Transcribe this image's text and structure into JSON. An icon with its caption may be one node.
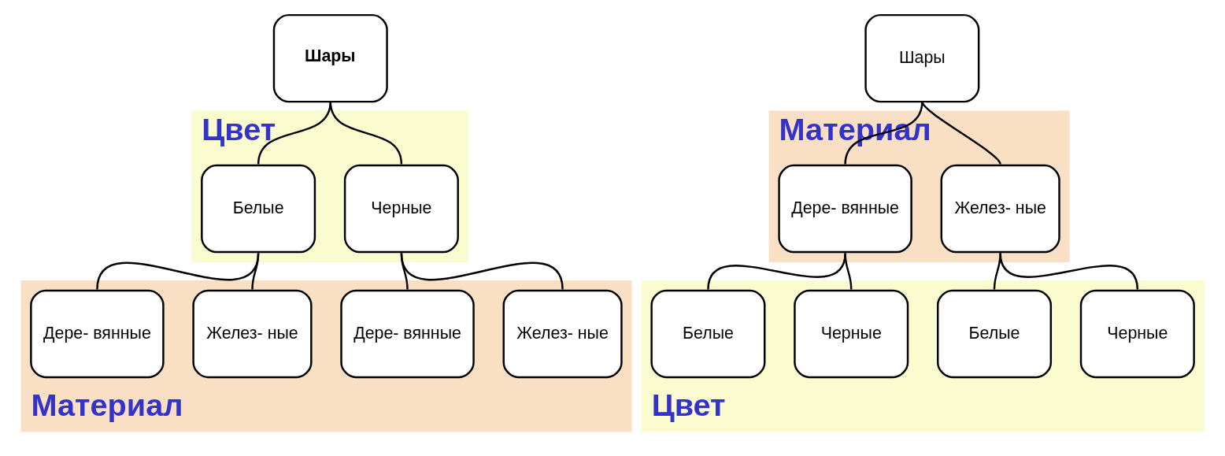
{
  "diagram": {
    "nodes": [
      {
        "text": [
          "Шары"
        ]
      },
      {
        "text": [
          "Цвет"
        ]
      },
      {
        "text": [
          "Белые"
        ],
        "in": 1
      },
      {
        "text": [
          "Черные"
        ],
        "in": 1
      },
      {
        "text": [
          "Материал"
        ]
      },
      {
        "text": [
          "Дере- вянные"
        ],
        "in": 4
      },
      {
        "text": [
          "Желез- ные"
        ],
        "in": 4
      },
      {
        "text": [
          "Дере- вянные"
        ],
        "in": 4
      },
      {
        "text": [
          "Желез- ные"
        ],
        "in": 4
      },
      {
        "text": [
          "Шары"
        ]
      },
      {
        "text": [
          "Материал"
        ]
      },
      {
        "text": [
          "Дере- вянные"
        ],
        "in": 10
      },
      {
        "text": [
          "Желез- ные"
        ],
        "in": 10
      },
      {
        "text": [
          "Цвет"
        ]
      },
      {
        "text": [
          "Белые"
        ],
        "in": 13
      },
      {
        "text": [
          "Черные"
        ],
        "in": 13
      },
      {
        "text": [
          "Белые"
        ],
        "in": 13
      },
      {
        "text": [
          "Черные"
        ],
        "in": 13
      }
    ],
    "edges": [
      {
        "from": 0,
        "to": 2,
        "arrow": "none"
      },
      {
        "from": 0,
        "to": 3,
        "arrow": "none"
      },
      {
        "from": 2,
        "to": 5,
        "arrow": "none"
      },
      {
        "from": 2,
        "to": 6,
        "arrow": "none"
      },
      {
        "from": 3,
        "to": 7,
        "arrow": "none"
      },
      {
        "from": 3,
        "to": 8,
        "arrow": "none"
      },
      {
        "from": 9,
        "to": 11,
        "arrow": "none"
      },
      {
        "from": 9,
        "to": 12,
        "arrow": "none"
      },
      {
        "from": 11,
        "to": 14,
        "arrow": "none"
      },
      {
        "from": 11,
        "to": 15,
        "arrow": "none"
      },
      {
        "from": 12,
        "to": 16,
        "arrow": "none"
      },
      {
        "from": 12,
        "to": 17,
        "arrow": "none"
      }
    ]
  }
}
